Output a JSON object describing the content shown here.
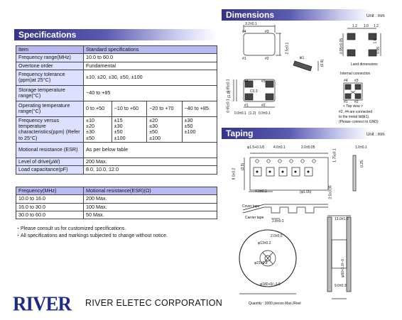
{
  "specifications": {
    "title": "Specifications",
    "header": [
      "Item",
      "Standard specifications"
    ],
    "rows": {
      "freq_range": [
        "Frequency range(MHz)",
        "10.0 to 60.0"
      ],
      "overtone": [
        "Overtone order",
        "Fundamental"
      ],
      "freq_tol": [
        "Frequency tolerance (ppm)at 25°C)",
        "±10, ±20, ±30, ±50, ±100"
      ],
      "storage": [
        "Storage temperature range(°C)",
        "−40 to +85"
      ],
      "op_temp": {
        "label": "Operating temperature range(°C)",
        "values": [
          "0 to +50",
          "−10 to +60",
          "−20 to +70",
          "−40 to +85"
        ]
      },
      "freq_vs_temp": {
        "label": "Frequency versus temperature characteristics(ppm) (Refer to 25°C)",
        "cols": [
          [
            "±10",
            "±20",
            "±30",
            "±50"
          ],
          [
            "±15",
            "±30",
            "±50",
            "±100"
          ],
          [
            "±20",
            "±30",
            "±50",
            "±100"
          ],
          [
            "±30",
            "±50",
            "±100",
            ""
          ]
        ]
      },
      "motional": [
        "Motional resistance (ESR)",
        "As per below table"
      ],
      "drive": [
        "Level of drive(μW)",
        "200 Max."
      ],
      "load": [
        "Load capacitance(pF)",
        "8.0, 10.0, 12.0"
      ]
    }
  },
  "esr_table": {
    "header": [
      "Frequency(MHz)",
      "Motional resistance(ESR)(Ω)"
    ],
    "rows": [
      [
        "10.0 to 16.0",
        "200 Max."
      ],
      [
        "16.0 to 30.0",
        "100 Max."
      ],
      [
        "30.0 to 60.0",
        "50 Max."
      ]
    ]
  },
  "notes": [
    "・Please consult us for customized specifications.",
    "・All specifications and markings subjected to change without notice."
  ],
  "logo": {
    "text": "RIVER",
    "company": "RIVER ELETEC CORPORATION"
  },
  "dimensions": {
    "title": "Dimensions",
    "unit": "Unit : mm",
    "labels": {
      "w": "3.2±0.1",
      "h": "2.5±0.1",
      "p1": "#1",
      "p2": "#2",
      "p3": "#3",
      "p4": "#4",
      "ht": "(0.8)",
      "ll": "Ⅲ1",
      "c03": "C0.3",
      "ld1": "1.2",
      "ld2": "1.0",
      "ld3": "1.2",
      "ld4": "0.95±0.05",
      "ld5": "1.0",
      "ld6": "0.95",
      "bd1": "0.9±0.1",
      "bd2": "(1.2)",
      "bd3": "0.9±0.1",
      "bs1": "0.65±0.1",
      "bs2": "(1.0)",
      "bs3": "0.65±0.1",
      "land": "Land dimensions",
      "internal": "Internal connection",
      "topview": "< Top view >",
      "note1": "#2, #4 are connected",
      "note2": "to the metal lid(Ⅲ1).",
      "note3": "(Please connect to GND)"
    }
  },
  "taping": {
    "title": "Taping",
    "unit": "Unit : mm",
    "labels": {
      "hole": "φ1.5+0.1/0",
      "p4": "4.0±0.1",
      "p2": "2.0±0.05",
      "ed": "1.75±0.1",
      "t": "1.0±0.1",
      "w8": "8.0±0.2",
      "sp": "(3.5)",
      "t2": "0.25",
      "pitch": "4.0±0.1",
      "cav": "(φ1.05)",
      "w35": "3.5±0.05",
      "cover": "Cover tape",
      "carrier": "Carrier tape",
      "d28": "2.8±0.1",
      "rw": "13.0±1.0",
      "rh": "2.0±0.5",
      "rc": "φ13±0.2",
      "r21": "φ21±0.8",
      "rd": "φ180+0/−3.0",
      "rhub": "φ60+1.0/−0",
      "r9": "9.0±0.3",
      "qty": "Quantity : 3000 pieces Max./Reel"
    }
  }
}
